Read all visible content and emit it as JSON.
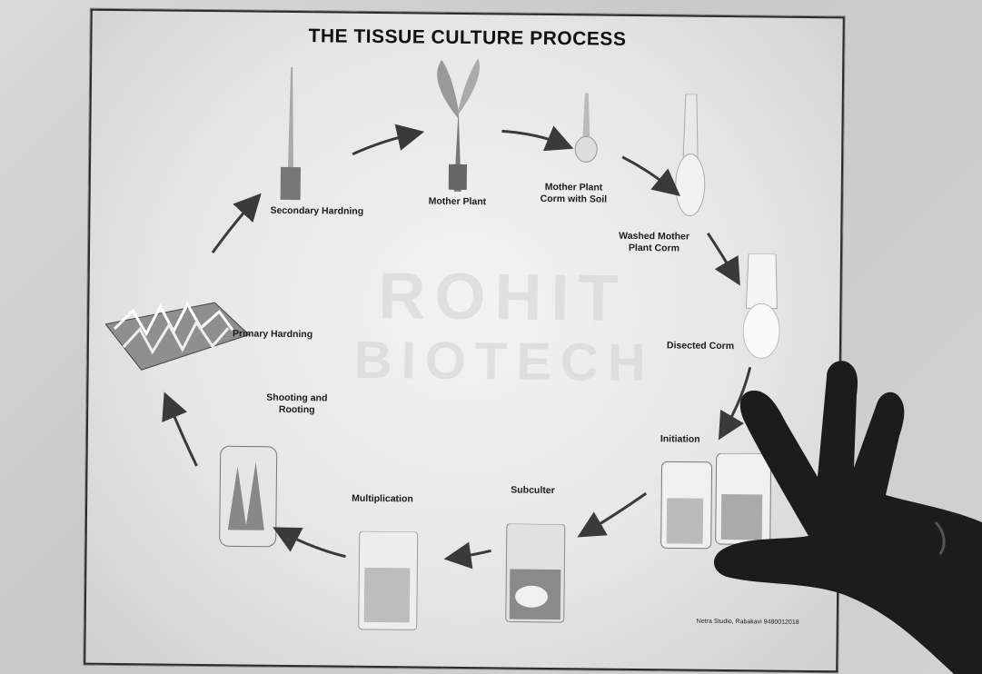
{
  "poster": {
    "title": "THE TISSUE CULTURE PROCESS",
    "watermark_line1": "ROHIT",
    "watermark_line2": "BIOTECH",
    "credit": "Netra Studio, Rabakavi 9480012018"
  },
  "steps": [
    {
      "label": "Mother Plant"
    },
    {
      "label_line1": "Mother Plant",
      "label_line2": "Corm with Soil"
    },
    {
      "label_line1": "Washed Mother",
      "label_line2": "Plant Corm"
    },
    {
      "label": "Disected Corm"
    },
    {
      "label": "Initiation"
    },
    {
      "label": "Subculter"
    },
    {
      "label": "Multiplication"
    },
    {
      "label_line1": "Shooting and",
      "label_line2": "Rooting"
    },
    {
      "label": "Primary Hardning"
    },
    {
      "label": "Secondary Hardning"
    }
  ],
  "colors": {
    "poster_bg": "#e6e6e6",
    "ink": "#1a1a1a",
    "arrow": "#3a3a3a",
    "glove": "#1c1c1c"
  }
}
